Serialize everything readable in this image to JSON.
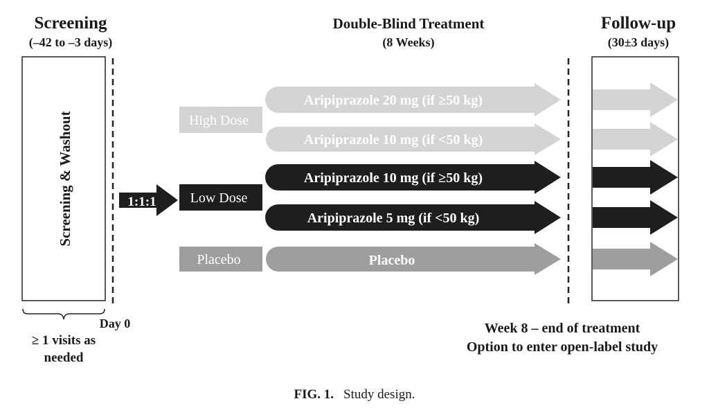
{
  "headers": {
    "screening": {
      "title": "Screening",
      "subtitle": "(–42 to –3 days)"
    },
    "treatment": {
      "title": "Double-Blind Treatment",
      "subtitle": "(8 Weeks)"
    },
    "followup": {
      "title": "Follow-up",
      "subtitle": "(30±3 days)"
    }
  },
  "screening_box_label": "Screening & Washout",
  "screening_visits": [
    "≥ 1 visits as",
    "needed"
  ],
  "day0_label": "Day 0",
  "randomization_label": "1:1:1",
  "dose_groups": {
    "high": "High Dose",
    "low": "Low Dose",
    "placebo": "Placebo"
  },
  "treatment_arms": [
    {
      "label": "Aripiprazole 20 mg (if ≥50 kg)",
      "group": "high",
      "color": "#d4d4d4"
    },
    {
      "label": "Aripiprazole 10 mg (if <50 kg)",
      "group": "high",
      "color": "#d4d4d4"
    },
    {
      "label": "Aripiprazole 10 mg (if ≥50 kg)",
      "group": "low",
      "color": "#1e1e1e"
    },
    {
      "label": "Aripiprazole 5 mg (if <50 kg)",
      "group": "low",
      "color": "#1e1e1e"
    },
    {
      "label": "Placebo",
      "group": "placebo",
      "color": "#9e9e9e"
    }
  ],
  "end_notes": [
    "Week 8 – end of treatment",
    "Option to enter open-label study"
  ],
  "caption": {
    "label": "FIG. 1.",
    "text": "Study design."
  }
}
